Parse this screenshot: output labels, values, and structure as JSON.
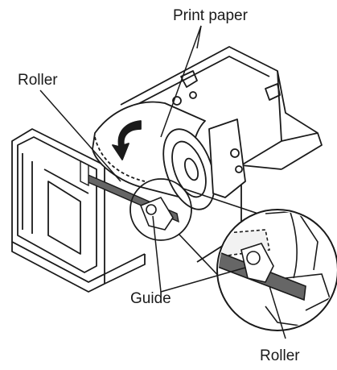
{
  "labels": {
    "print_paper": "Print paper",
    "roller_top": "Roller",
    "guide": "Guide",
    "roller_bottom": "Roller"
  },
  "colors": {
    "line": "#1a1a1a",
    "paper_fill": "#f2f2f2",
    "roller_shade": "#666666",
    "background": "#ffffff"
  }
}
